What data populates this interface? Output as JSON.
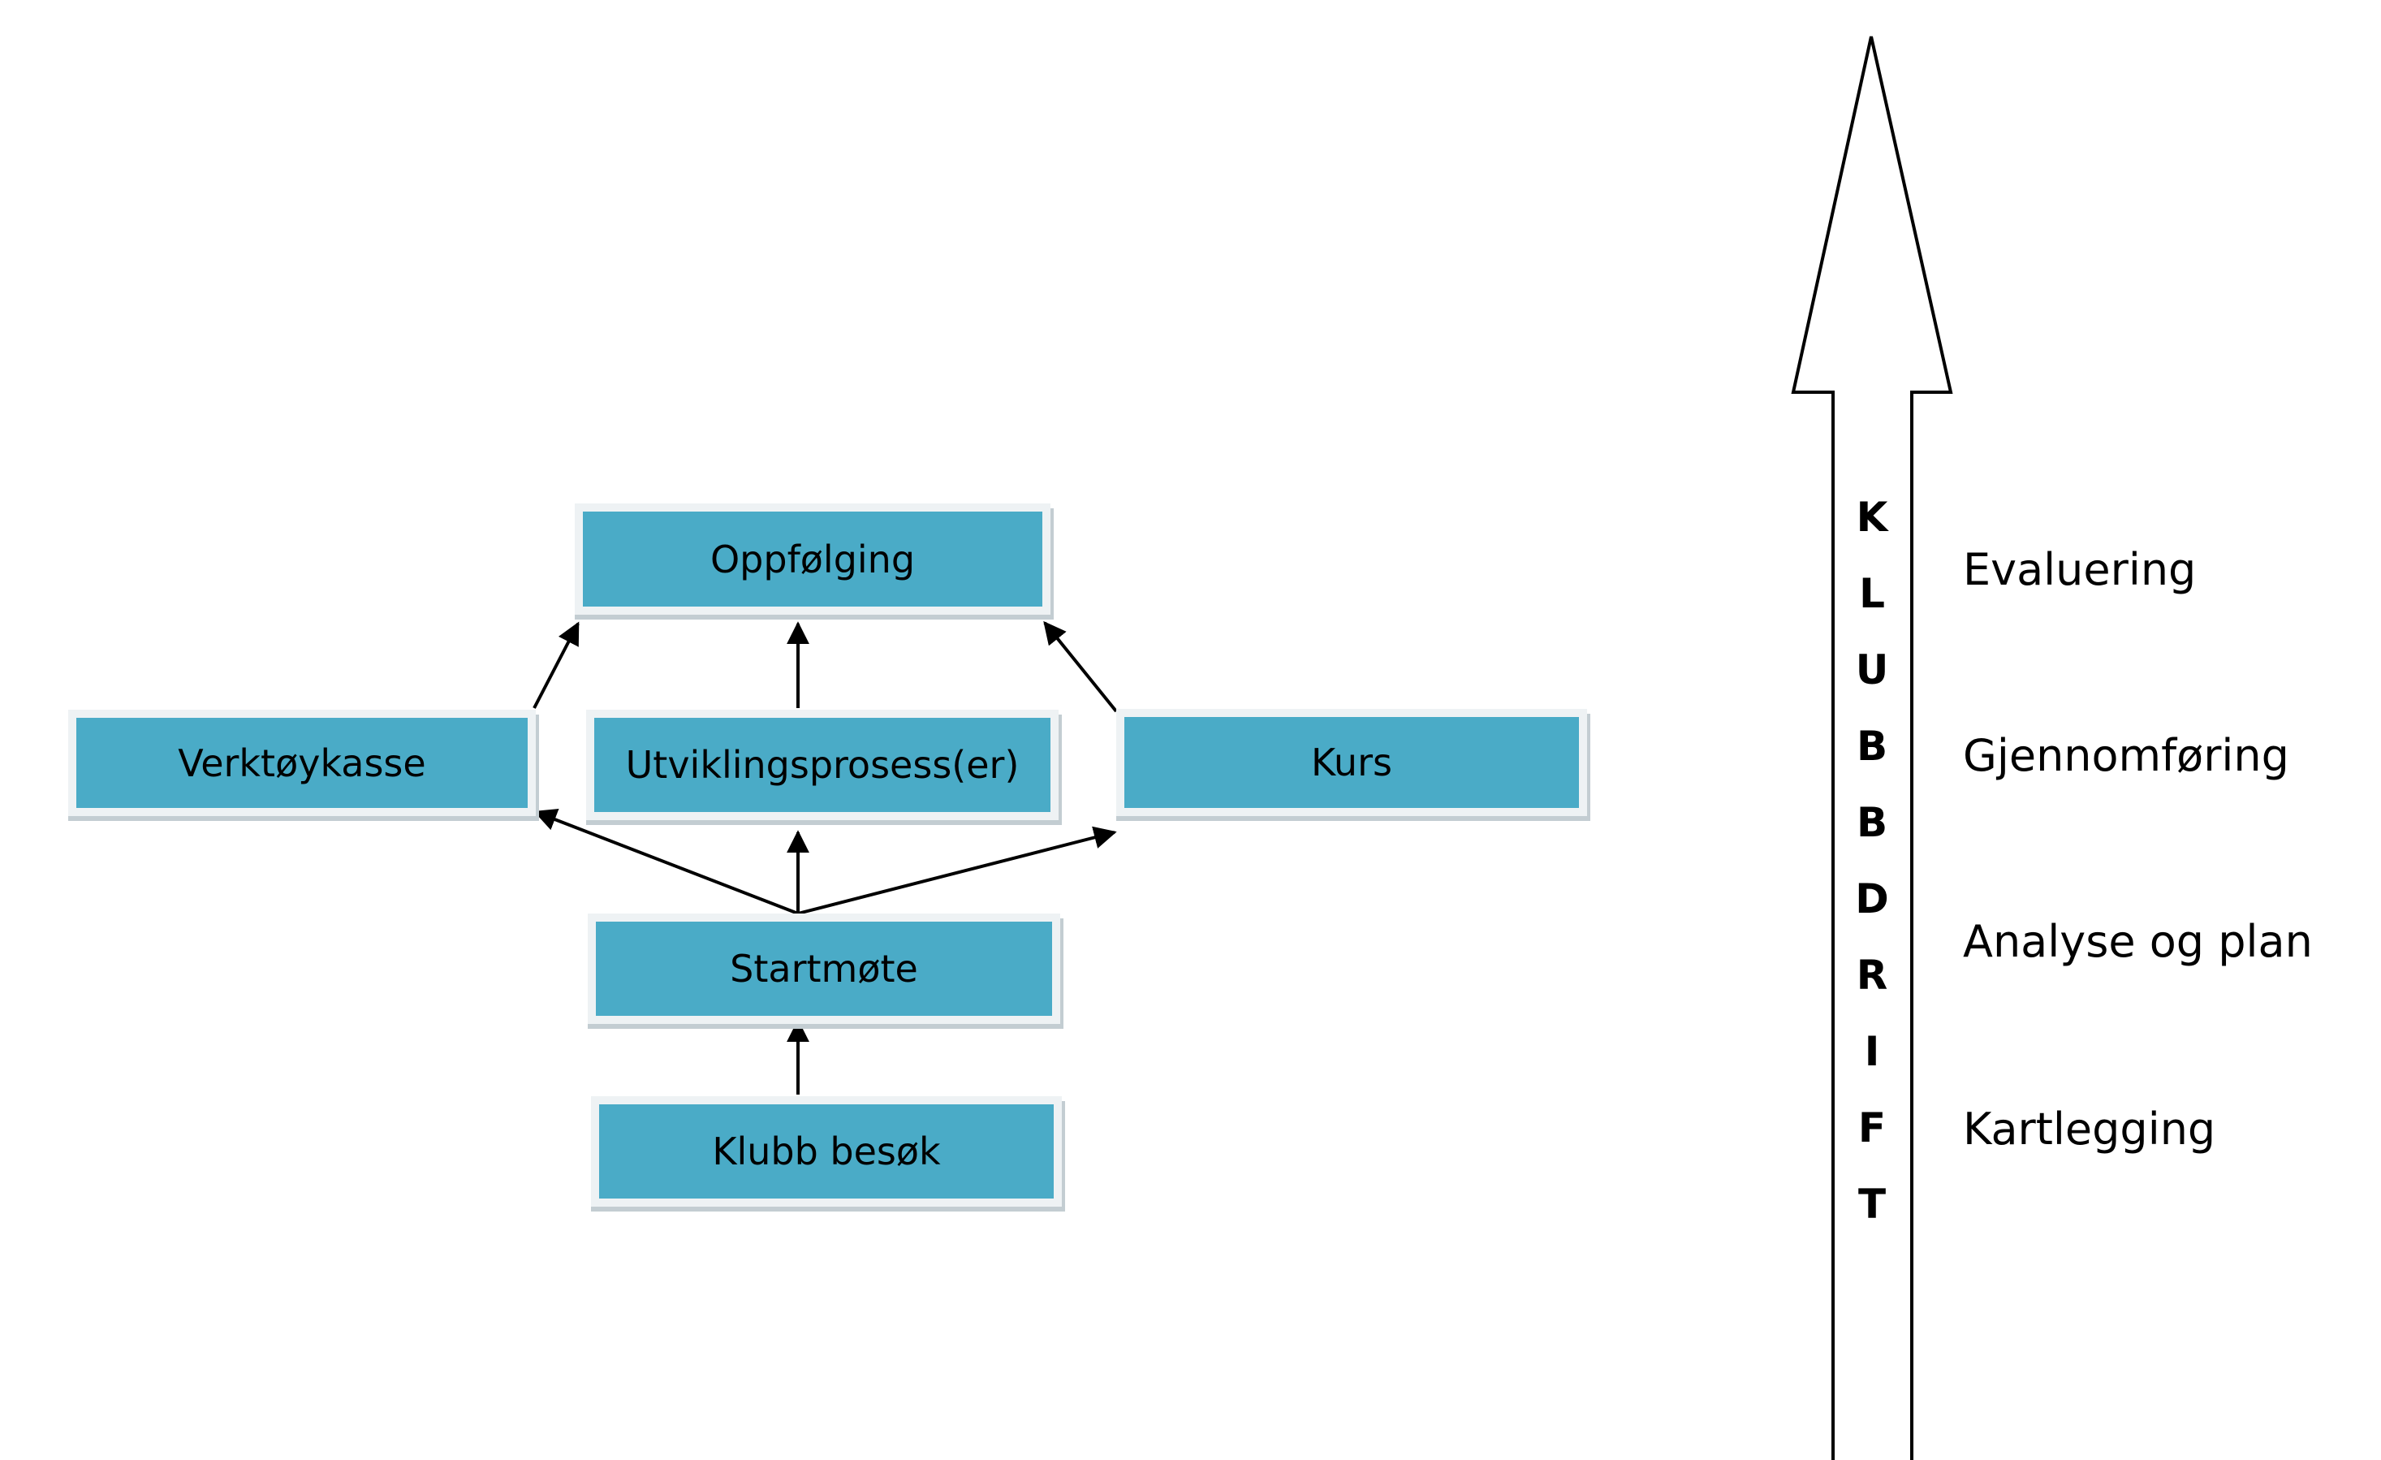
{
  "diagram": {
    "boxes": {
      "oppfolging": "Oppfølging",
      "verktoykasse": "Verktøykasse",
      "utviklingsprosess": "Utviklingsprosess(er)",
      "kurs": "Kurs",
      "startmote": "Startmøte",
      "klubb_besok": "Klubb besøk"
    },
    "arrow_letters": [
      "K",
      "L",
      "U",
      "B",
      "B",
      "D",
      "R",
      "I",
      "F",
      "T"
    ],
    "stages": [
      "Evaluering",
      "Gjennomføring",
      "Analyse og plan",
      "Kartlegging"
    ]
  }
}
